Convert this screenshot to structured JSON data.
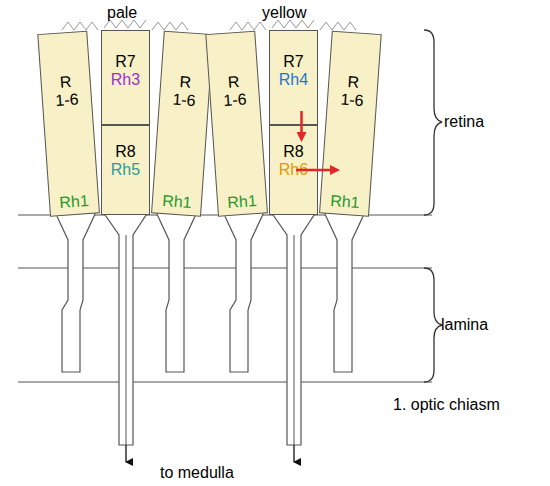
{
  "diagram": {
    "nodes": [
      {
        "text": [
          "R 1-6",
          "Rh1"
        ]
      },
      {
        "text": [
          "R7",
          "Rh3"
        ]
      },
      {
        "text": [
          "R8",
          "Rh5"
        ]
      },
      {
        "text": [
          "R 1-6",
          "Rh1"
        ]
      },
      {
        "text": [
          "R 1-6",
          "Rh1"
        ]
      },
      {
        "text": [
          "R7",
          "Rh4"
        ]
      },
      {
        "text": [
          "R8",
          "Rh6"
        ]
      },
      {
        "text": [
          "R 1-6",
          "Rh1"
        ]
      }
    ],
    "edges": [
      {
        "from": 5,
        "to": 6,
        "arrow": "to"
      },
      {
        "from": 6,
        "to": 7,
        "arrow": "to"
      }
    ],
    "labels": [
      "pale",
      "yellow",
      "retina",
      "lamina",
      "1. optic chiasm",
      "to medulla"
    ]
  }
}
